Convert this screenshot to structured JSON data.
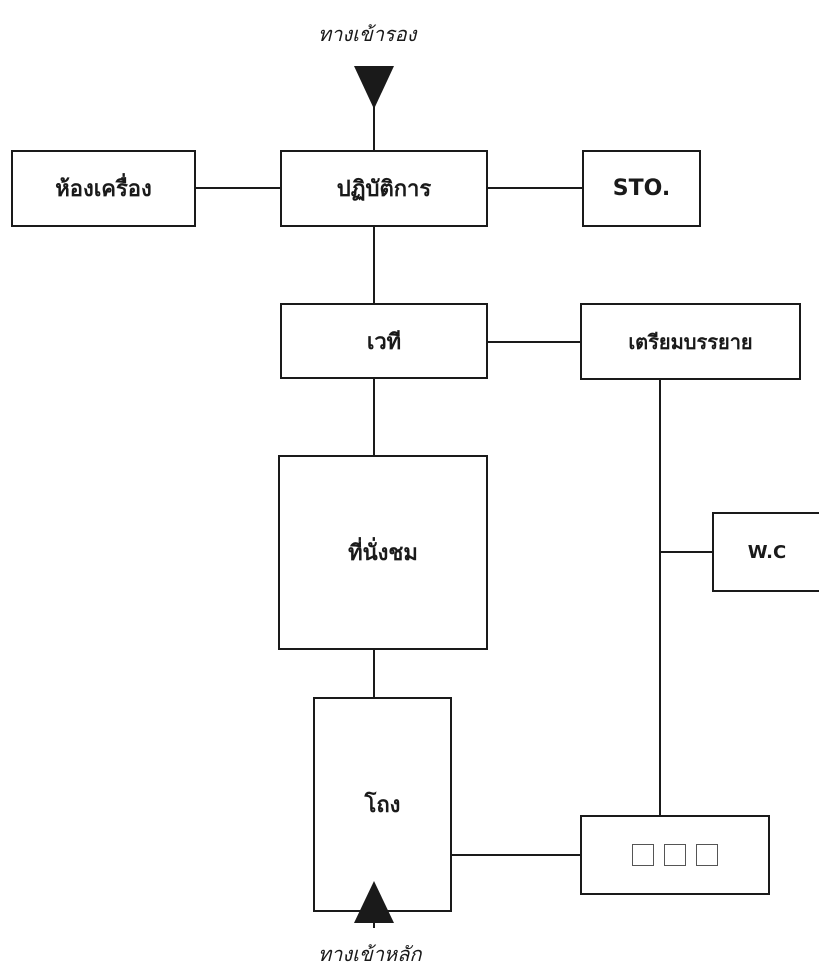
{
  "diagram": {
    "entrance_secondary": "ทางเข้ารอง",
    "entrance_main": "ทางเข้าหลัก",
    "nodes": {
      "operations": "ปฏิบัติการ",
      "machine_room": "ห้องเครื่อง",
      "storage": "STO.",
      "stage": "เวที",
      "lecture_prep": "เตรียมบรรยาย",
      "seating": "ที่นั่งชม",
      "wc": "W.C",
      "ticket": "โถง",
      "unlabeled_glyphs": [
        "□",
        "□",
        "□"
      ]
    }
  }
}
